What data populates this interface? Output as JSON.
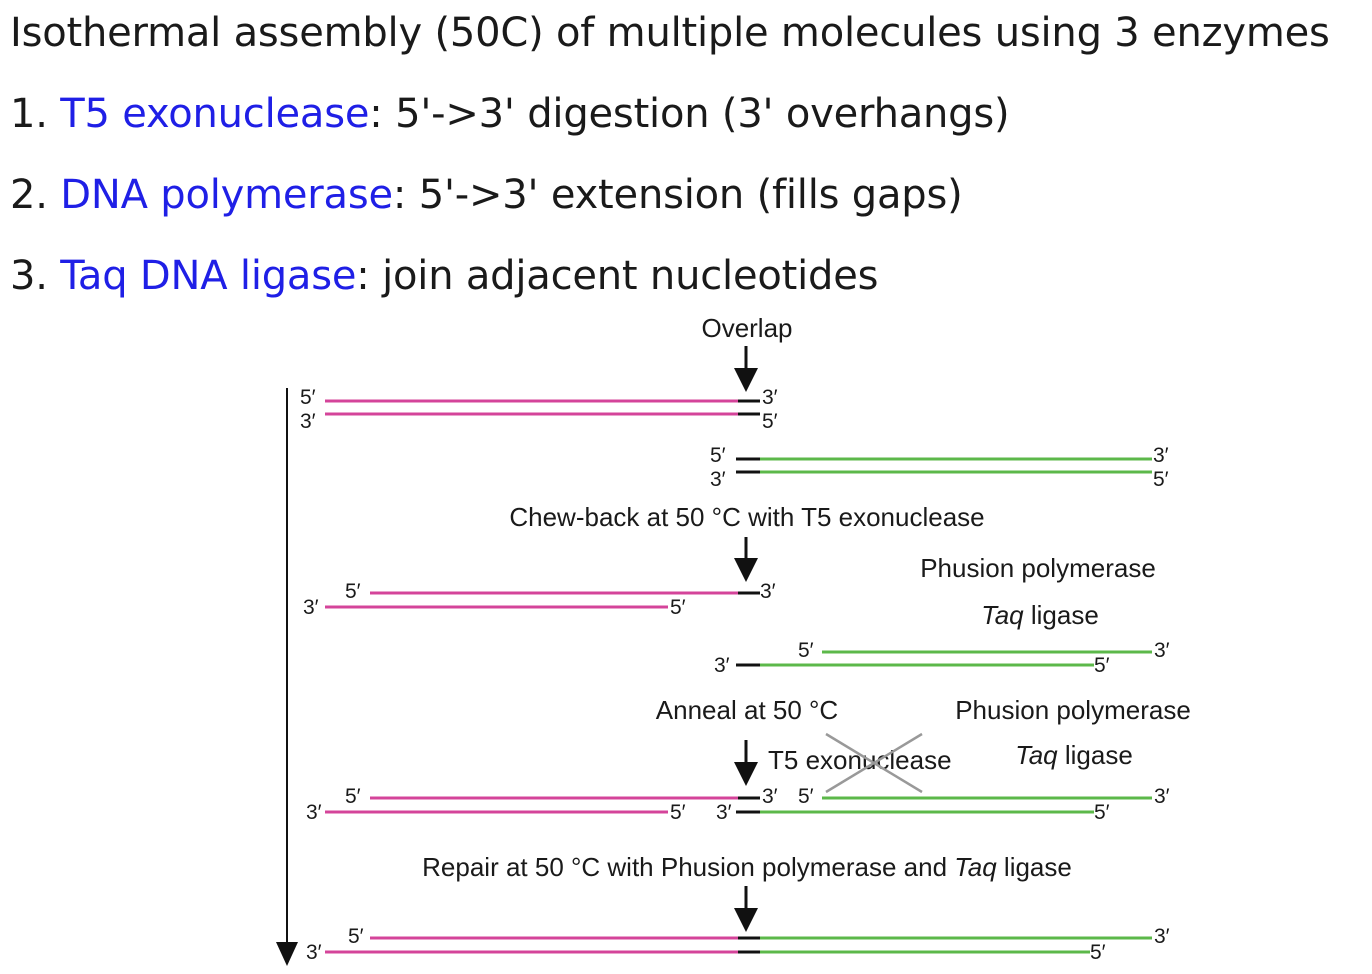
{
  "header": {
    "title": "Isothermal assembly (50C) of multiple molecules using 3 enzymes"
  },
  "steps": [
    {
      "number": "1. ",
      "enzyme": "T5 exonuclease",
      "description": ": 5'->3' digestion (3' overhangs)"
    },
    {
      "number": "2. ",
      "enzyme": "DNA polymerase",
      "description": ": 5'->3' extension (fills gaps)"
    },
    {
      "number": "3. ",
      "enzyme": "Taq DNA ligase",
      "description": ": join adjacent nucleotides"
    }
  ],
  "figure": {
    "overlap_label": "Overlap",
    "chewback_label": "Chew-back at 50 °C with T5 exonuclease",
    "phusion_label_1": "Phusion polymerase",
    "taq_label_1_italic": "Taq",
    "taq_label_1_rest": " ligase",
    "anneal_label": "Anneal at 50 °C",
    "phusion_label_2": "Phusion polymerase",
    "taq_label_2_italic": "Taq",
    "taq_label_2_rest": " ligase",
    "t5_crossed_label": "T5 exonuclease",
    "repair_label_main": "Repair at 50 °C with Phusion polymerase and ",
    "repair_label_italic": "Taq",
    "repair_label_rest": " ligase",
    "five_prime": "5′",
    "three_prime": "3′"
  },
  "colors": {
    "enzyme_text": "#1f1fe6",
    "fragment_a": "#d4449a",
    "fragment_b": "#5cb84a",
    "overlap": "#111111"
  }
}
